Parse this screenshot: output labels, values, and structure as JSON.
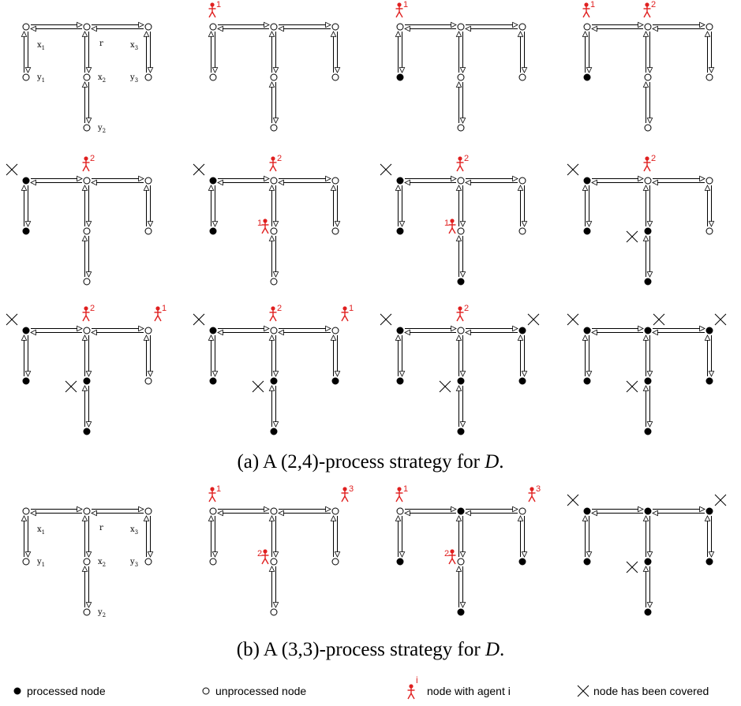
{
  "node_labels": {
    "x1": "x",
    "x1_sub": "1",
    "x2": "x",
    "x2_sub": "2",
    "x3": "x",
    "x3_sub": "3",
    "y1": "y",
    "y1_sub": "1",
    "y2": "y",
    "y2_sub": "2",
    "y3": "y",
    "y3_sub": "3",
    "r": "r"
  },
  "captions": {
    "a": "(a) A (2,4)-process strategy for D.",
    "b": "(b) A (3,3)-process strategy for D."
  },
  "legend": {
    "processed": "processed node",
    "unprocessed": "unprocessed node",
    "agent": "node with agent i",
    "agent_index": "i",
    "covered": "node has been covered"
  },
  "colors": {
    "agent": "#e02020",
    "line": "#000000"
  },
  "strategy_a": [
    {
      "processed": [],
      "covered": [],
      "agents": [],
      "labels": true
    },
    {
      "processed": [],
      "covered": [],
      "agents": [
        {
          "node": "x1",
          "id": "1"
        }
      ]
    },
    {
      "processed": [
        "y1"
      ],
      "covered": [],
      "agents": [
        {
          "node": "x1",
          "id": "1"
        }
      ]
    },
    {
      "processed": [
        "y1"
      ],
      "covered": [],
      "agents": [
        {
          "node": "x1",
          "id": "1"
        },
        {
          "node": "r",
          "id": "2"
        }
      ]
    },
    {
      "processed": [
        "x1",
        "y1"
      ],
      "covered": [
        "x1"
      ],
      "agents": [
        {
          "node": "r",
          "id": "2"
        }
      ]
    },
    {
      "processed": [
        "x1",
        "y1"
      ],
      "covered": [
        "x1"
      ],
      "agents": [
        {
          "node": "r",
          "id": "2"
        },
        {
          "node": "x2",
          "id": "1"
        }
      ]
    },
    {
      "processed": [
        "x1",
        "y1",
        "y2"
      ],
      "covered": [
        "x1"
      ],
      "agents": [
        {
          "node": "r",
          "id": "2"
        },
        {
          "node": "x2",
          "id": "1"
        }
      ]
    },
    {
      "processed": [
        "x1",
        "y1",
        "x2",
        "y2"
      ],
      "covered": [
        "x1",
        "x2"
      ],
      "agents": [
        {
          "node": "r",
          "id": "2"
        }
      ]
    },
    {
      "processed": [
        "x1",
        "y1",
        "x2",
        "y2"
      ],
      "covered": [
        "x1",
        "x2"
      ],
      "agents": [
        {
          "node": "r",
          "id": "2"
        },
        {
          "node": "x3",
          "id": "1"
        }
      ]
    },
    {
      "processed": [
        "x1",
        "y1",
        "x2",
        "y2",
        "y3"
      ],
      "covered": [
        "x1",
        "x2"
      ],
      "agents": [
        {
          "node": "r",
          "id": "2"
        },
        {
          "node": "x3",
          "id": "1"
        }
      ]
    },
    {
      "processed": [
        "x1",
        "y1",
        "x2",
        "y2",
        "x3",
        "y3"
      ],
      "covered": [
        "x1",
        "x2",
        "x3"
      ],
      "agents": [
        {
          "node": "r",
          "id": "2"
        }
      ]
    },
    {
      "processed": [
        "x1",
        "y1",
        "x2",
        "y2",
        "x3",
        "y3",
        "r"
      ],
      "covered": [
        "x1",
        "x2",
        "x3",
        "r"
      ],
      "agents": []
    }
  ],
  "strategy_b": [
    {
      "processed": [],
      "covered": [],
      "agents": [],
      "labels": true
    },
    {
      "processed": [],
      "covered": [],
      "agents": [
        {
          "node": "x1",
          "id": "1"
        },
        {
          "node": "x3",
          "id": "3"
        },
        {
          "node": "x2",
          "id": "2"
        }
      ]
    },
    {
      "processed": [
        "r",
        "y1",
        "y2",
        "y3"
      ],
      "covered": [],
      "agents": [
        {
          "node": "x1",
          "id": "1"
        },
        {
          "node": "x3",
          "id": "3"
        },
        {
          "node": "x2",
          "id": "2"
        }
      ]
    },
    {
      "processed": [
        "x1",
        "y1",
        "x2",
        "y2",
        "x3",
        "y3",
        "r"
      ],
      "covered": [
        "x1",
        "x2",
        "x3"
      ],
      "agents": []
    }
  ]
}
